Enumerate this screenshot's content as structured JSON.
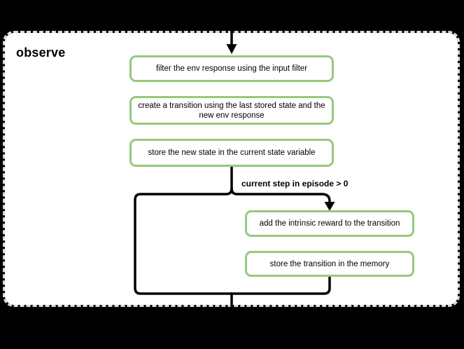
{
  "diagram": {
    "group_title": "observe",
    "condition_label": "current step in episode > 0",
    "steps": [
      {
        "name": "filter-env-response",
        "label": "filter the env response using the input filter"
      },
      {
        "name": "create-transition",
        "label": "create a transition using the last stored state and the\nnew env response"
      },
      {
        "name": "store-new-state",
        "label": "store the new state in the current state variable"
      },
      {
        "name": "add-intrinsic-reward",
        "label": "add the intrinsic reward to the transition"
      },
      {
        "name": "store-transition",
        "label": "store the transition in the memory"
      }
    ],
    "colors": {
      "background": "#000000",
      "frame_fill": "#ffffff",
      "frame_border": "#dcdcdc",
      "node_border": "#97c97c",
      "node_fill": "#ffffff",
      "connector": "#000000",
      "text": "#000000"
    }
  }
}
